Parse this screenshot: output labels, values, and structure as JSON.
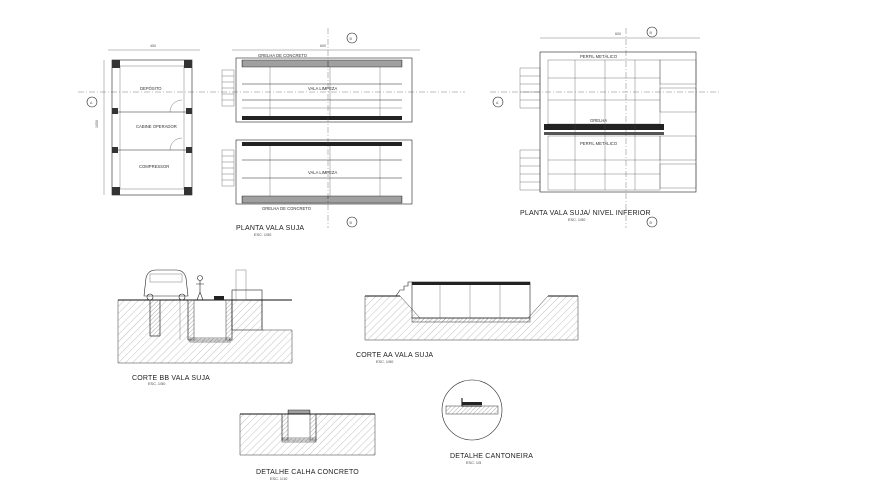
{
  "drawings": {
    "plan_dirty": {
      "title": "PLANTA VALA SUJA",
      "scale": "ESC. 1/50",
      "rooms": [
        "DEPÓSITO",
        "CABINE OPERADOR",
        "COMPRESSOR"
      ],
      "notes": [
        "VALA LIMPEZA",
        "VALA LIMPEZA",
        "GRELHA DE CONCRETO",
        "GRELHA DE CONCRETO"
      ]
    },
    "plan_lower": {
      "title": "PLANTA VALA SUJA/ NIVEL INFERIOR",
      "scale": "ESC. 1/50",
      "notes": [
        "PERFIL METÁLICO",
        "PERFIL METÁLICO",
        "GRELHA"
      ]
    },
    "section_bb": {
      "title": "CORTE BB VALA SUJA",
      "scale": "ESC. 1/50"
    },
    "section_aa": {
      "title": "CORTE AA VALA SUJA",
      "scale": "ESC. 1/50"
    },
    "detail_channel": {
      "title": "DETALHE CALHA CONCRETO",
      "scale": "ESC. 1/10"
    },
    "detail_corner": {
      "title": "DETALHE CANTONEIRA",
      "scale": "ESC. 1/5"
    }
  },
  "markers": {
    "a": "A",
    "b": "B"
  }
}
